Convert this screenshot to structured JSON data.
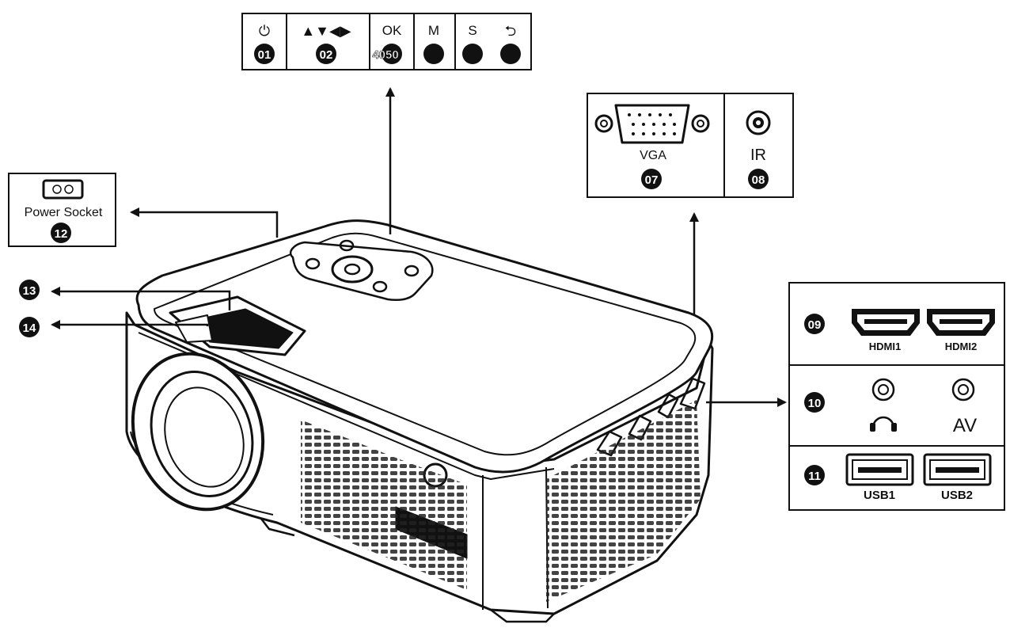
{
  "colors": {
    "ink": "#111111",
    "background": "#ffffff",
    "badge": "#111111"
  },
  "top_panel": {
    "power_glyph": "⏻",
    "arrows": "▲▼◀▶",
    "ok": "OK",
    "menu": "M",
    "source": "S",
    "back_glyph": "⮌",
    "badges": [
      "01",
      "02",
      "4050"
    ]
  },
  "vga_panel": {
    "vga": "VGA",
    "ir": "IR",
    "badges": [
      "07",
      "08"
    ]
  },
  "power_box": {
    "label": "Power Socket",
    "badge": "12",
    "icon": "power-socket-icon"
  },
  "callouts": {
    "lens_focus": "13",
    "keystone": "14"
  },
  "right_panel": {
    "hdmi_badge": "09",
    "hdmi1": "HDMI1",
    "hdmi2": "HDMI2",
    "audio_badge": "10",
    "av": "AV",
    "usb_badge": "11",
    "usb1": "USB1",
    "usb2": "USB2"
  }
}
